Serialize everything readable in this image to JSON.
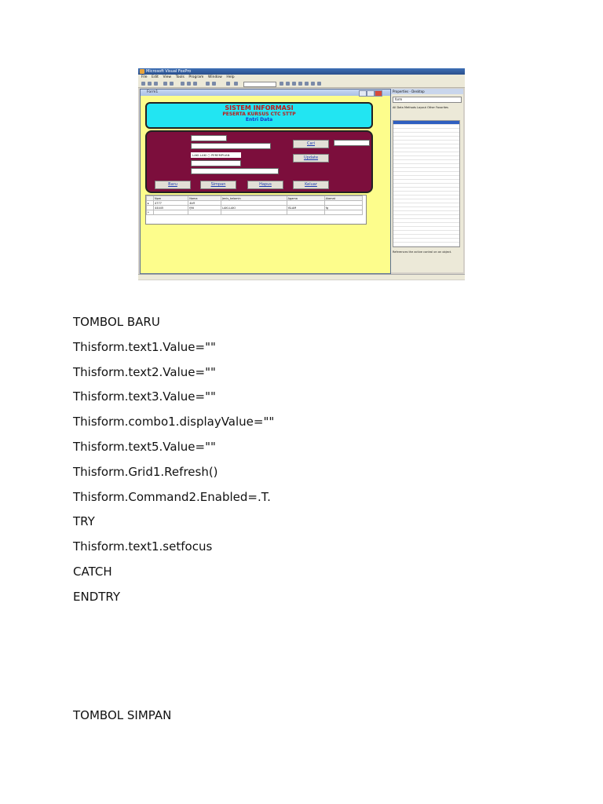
{
  "app": {
    "window_title": "Microsoft Visual FoxPro",
    "menu": [
      "File",
      "Edit",
      "View",
      "Tools",
      "Program",
      "Window",
      "Help"
    ],
    "form_caption": "Form1",
    "header": {
      "line1": "SISTEM INFORMASI",
      "line2": "PESERTA KURSUS CTC STTP",
      "line3": "Entri Data"
    },
    "radio": {
      "opt1": "LAKI-LAKI",
      "opt2": "PEREMPUAN"
    },
    "buttons": {
      "cari": "Cari",
      "update": "Update",
      "baru": "Baru",
      "simpan": "Simpan",
      "hapus": "Hapus",
      "keluar": "Keluar"
    },
    "grid": {
      "columns": [
        "Npm",
        "Nama",
        "Jenis_kelamin",
        "Agama",
        "Alamat"
      ],
      "rows": [
        [
          "4777",
          "4kff",
          "",
          "",
          ""
        ],
        [
          "44445",
          "fjfd",
          "LAKI-LAKI",
          "ISLAM",
          "fg"
        ]
      ]
    },
    "properties": {
      "title": "Properties - Desktop",
      "object": "form",
      "tabs": [
        "All",
        "Data",
        "Methods",
        "Layout",
        "Other",
        "Favorites"
      ],
      "description": "References the active control on an object."
    }
  },
  "document": {
    "section1_heading": "TOMBOL BARU",
    "code_lines": [
      "Thisform.text1.Value=\"\"",
      "Thisform.text2.Value=\"\"",
      "Thisform.text3.Value=\"\"",
      "Thisform.combo1.displayValue=\"\"",
      "Thisform.text5.Value=\"\"",
      "Thisform.Grid1.Refresh()",
      "Thisform.Command2.Enabled=.T.",
      "TRY",
      "Thisform.text1.setfocus",
      "CATCH",
      "ENDTRY"
    ],
    "section2_heading": "TOMBOL SIMPAN"
  }
}
